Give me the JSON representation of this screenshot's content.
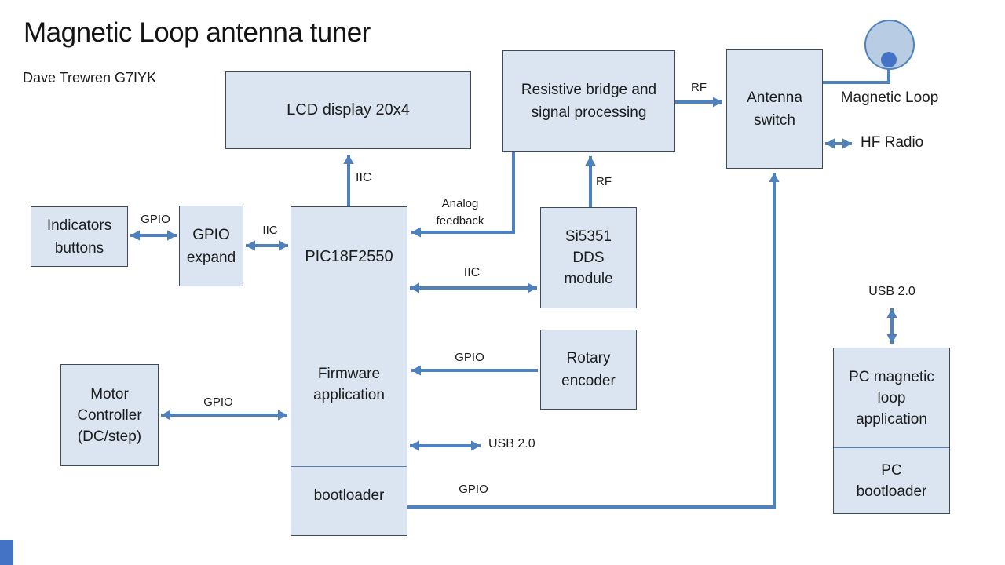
{
  "slide": {
    "title": "Magnetic Loop antenna tuner",
    "author": "Dave Trewren G7IYK"
  },
  "colors": {
    "node_fill": "#dbe5f1",
    "node_border": "#3f4a58",
    "connector": "#4f81bd",
    "loop_circle_fill": "#b8cce4",
    "loop_dot_fill": "#4472c4",
    "text": "#1c1c1c",
    "corner_bar": "#4472c4"
  },
  "nodes": {
    "lcd": {
      "label": "LCD display 20x4"
    },
    "resistive": {
      "label": "Resistive bridge and\nsignal processing"
    },
    "antenna_switch": {
      "label": "Antenna\nswitch"
    },
    "indicators": {
      "label": "Indicators\nbuttons"
    },
    "gpio_expand": {
      "label": "GPIO\nexpand"
    },
    "pic": {
      "chip_label": "PIC18F2550",
      "firmware_label": "Firmware\napplication",
      "bootloader_label": "bootloader"
    },
    "si5351": {
      "label": "Si5351\nDDS\nmodule"
    },
    "rotary": {
      "label": "Rotary\nencoder"
    },
    "motor": {
      "label": "Motor\nController\n(DC/step)"
    },
    "pc": {
      "app_label": "PC magnetic\nloop\napplication",
      "bootloader_label": "PC\nbootloader"
    }
  },
  "edge_labels": {
    "iic_lcd": "IIC",
    "gpio_indicators": "GPIO",
    "iic_expand": "IIC",
    "analog_feedback": "Analog\nfeedback",
    "rf_bridge_switch": "RF",
    "rf_dds_bridge": "RF",
    "iic_dds": "IIC",
    "gpio_rotary": "GPIO",
    "gpio_motor": "GPIO",
    "usb_pic": "USB 2.0",
    "gpio_bootloader": "GPIO",
    "usb_pc": "USB 2.0",
    "hf_radio": "HF Radio",
    "magnetic_loop": "Magnetic Loop"
  }
}
